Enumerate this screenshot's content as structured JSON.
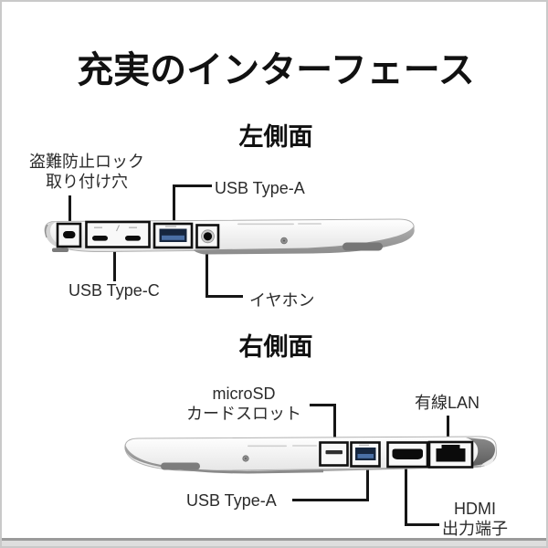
{
  "title": "充実のインターフェース",
  "sections": {
    "left": {
      "heading": "左側面",
      "labels": {
        "security_lock_line1": "盗難防止ロック",
        "security_lock_line2": "取り付け穴",
        "usb_type_a": "USB Type-A",
        "usb_type_c": "USB Type-C",
        "earphone": "イヤホン"
      },
      "ports": [
        {
          "icon": "security-lock-slot-icon",
          "label": "盗難防止ロック取り付け穴"
        },
        {
          "icon": "usb-type-c-port-icon",
          "label": "USB Type-C",
          "count": 2
        },
        {
          "icon": "usb-type-a-port-icon",
          "label": "USB Type-A"
        },
        {
          "icon": "earphone-jack-icon",
          "label": "イヤホン"
        }
      ]
    },
    "right": {
      "heading": "右側面",
      "labels": {
        "microsd_line1": "microSD",
        "microsd_line2": "カードスロット",
        "wired_lan": "有線LAN",
        "usb_type_a": "USB Type-A",
        "hdmi_line1": "HDMI",
        "hdmi_line2": "出力端子"
      },
      "ports": [
        {
          "icon": "microsd-slot-icon",
          "label": "microSDカードスロット"
        },
        {
          "icon": "usb-type-a-port-icon",
          "label": "USB Type-A"
        },
        {
          "icon": "hdmi-port-icon",
          "label": "HDMI出力端子"
        },
        {
          "icon": "lan-port-icon",
          "label": "有線LAN"
        }
      ]
    }
  },
  "colors": {
    "text_title": "#111111",
    "text_label": "#2b2b2b",
    "leader_line": "#161616",
    "callout_border": "#0f0f0f",
    "usb_a_port": "#16263f",
    "usb_a_tongue": "#4a6fa5",
    "laptop_top": "#f6f6f6",
    "laptop_underside": "#9a9a9a",
    "page_border": "#c9c9c9"
  }
}
